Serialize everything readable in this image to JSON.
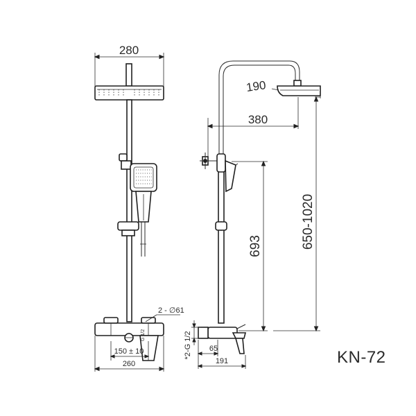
{
  "dimensions": {
    "front_width": "280",
    "head_diameter": "190",
    "arm_length": "380",
    "height_range": "650-1020",
    "mixer_height": "693",
    "inlet_spec": "2 - ∅61",
    "center_distance": "150 ± 10",
    "total_width": "260",
    "thread_spec": "*2-G 1/2",
    "small_thread": "G 1/2",
    "depth_65": "65",
    "depth_191": "191"
  },
  "model": "KN-72",
  "colors": {
    "line": "#2a2a2a",
    "fill": "#ffffff"
  }
}
